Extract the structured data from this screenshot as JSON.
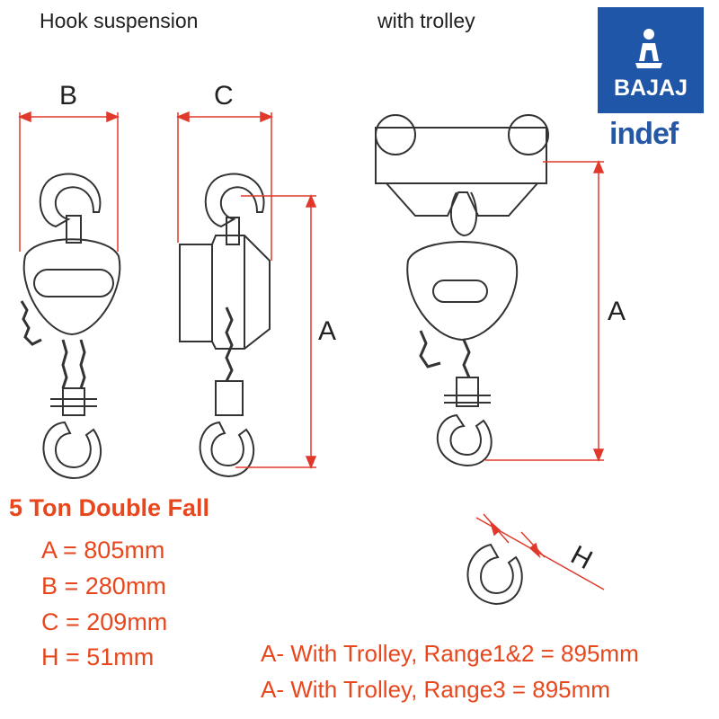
{
  "captions": {
    "hook_suspension": "Hook suspension",
    "with_trolley": "with trolley"
  },
  "brand": {
    "bajaj": "BAJAJ",
    "indef": "indef"
  },
  "dimension_labels": {
    "a1": "A",
    "a2": "A",
    "b": "B",
    "c": "C",
    "h": "H"
  },
  "specs": {
    "title": "5 Ton Double Fall",
    "a": "A = 805mm",
    "b": "B = 280mm",
    "c": "C = 209mm",
    "h": "H = 51mm"
  },
  "notes": {
    "range12": "A- With Trolley, Range1&2 = 895mm",
    "range3": "A- With Trolley, Range3 = 895mm"
  },
  "colors": {
    "accent": "#e8471d",
    "dimension": "#e0392b",
    "brand_blue": "#1f56a8",
    "line": "#333333"
  }
}
